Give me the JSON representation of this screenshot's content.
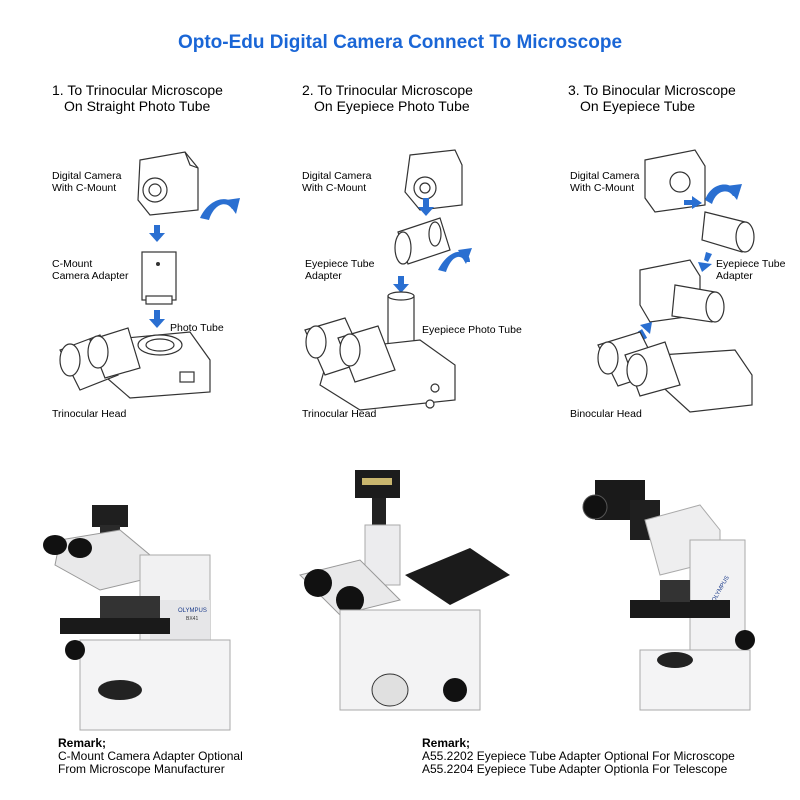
{
  "title": "Opto-Edu Digital Camera Connect To Microscope",
  "steps": [
    {
      "line1": "1. To Trinocular Microscope",
      "line2": "On Straight Photo Tube"
    },
    {
      "line1": "2. To Trinocular Microscope",
      "line2": "On Eyepiece Photo Tube"
    },
    {
      "line1": "3. To Binocular Microscope",
      "line2": "On Eyepiece Tube"
    }
  ],
  "labels": {
    "camera1_a": "Digital Camera",
    "camera1_b": "With C-Mount",
    "adapter1_a": "C-Mount",
    "adapter1_b": "Camera Adapter",
    "phototube": "Photo Tube",
    "head1": "Trinocular Head",
    "camera2_a": "Digital Camera",
    "camera2_b": "With C-Mount",
    "adapter2_a": "Eyepiece Tube",
    "adapter2_b": "Adapter",
    "eyepiece_phototube": "Eyepiece Photo Tube",
    "head2": "Trinocular Head",
    "camera3_a": "Digital Camera",
    "camera3_b": "With C-Mount",
    "adapter3_a": "Eyepiece Tube",
    "adapter3_b": "Adapter",
    "head3": "Binocular  Head"
  },
  "photo_labels": {
    "scope1_brand": "OLYMPUS",
    "scope1_model": "BX41",
    "scope3_brand": "OLYMPUS"
  },
  "remarks": {
    "left_title": "Remark;",
    "left_line1": "C-Mount Camera Adapter Optional",
    "left_line2": "From Microscope Manufacturer",
    "right_title": "Remark;",
    "right_line1": "A55.2202 Eyepiece Tube Adapter Optional For Microscope",
    "right_line2": "A55.2204 Eyepiece Tube Adapter Optionla For Telescope"
  },
  "colors": {
    "title": "#1a66d6",
    "arrow": "#2a6fd1"
  }
}
